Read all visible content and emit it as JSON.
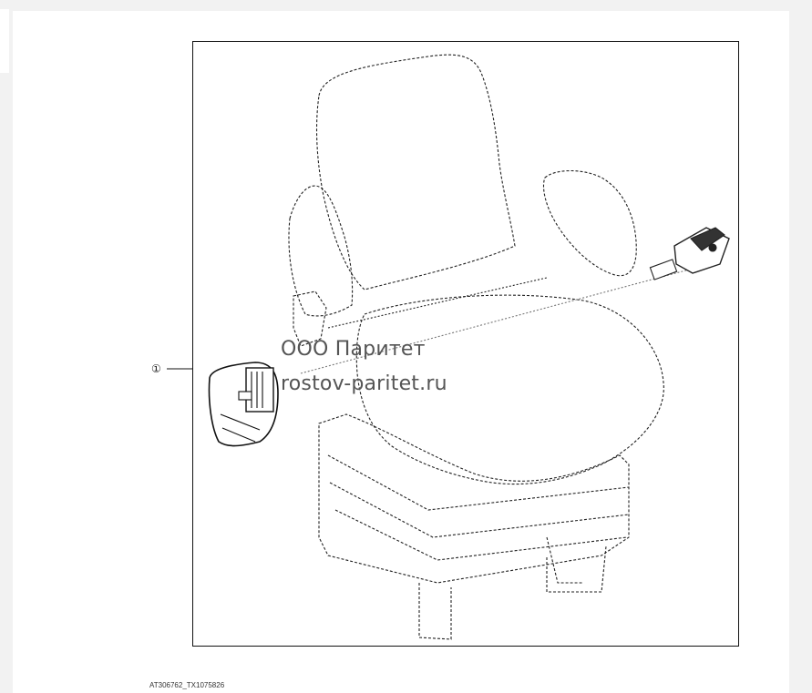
{
  "figure": {
    "callout_number": "①",
    "figure_code": "AT306762_TX1075826"
  },
  "watermark": {
    "company": "ООО Паритет",
    "site": "rostov-paritet.ru"
  }
}
